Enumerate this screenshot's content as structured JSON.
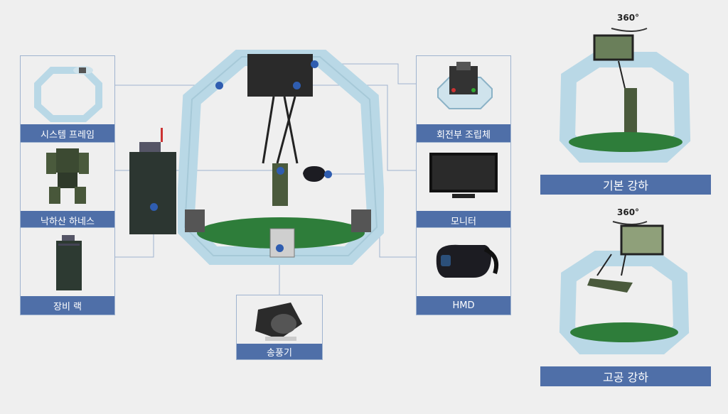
{
  "components": {
    "system_frame": "시스템 프레임",
    "parachute_harness": "낙하산 하네스",
    "equipment_rack": "장비 랙",
    "rotating_assembly": "회전부 조립체",
    "monitor": "모니터",
    "hmd": "HMD",
    "blower": "송풍기"
  },
  "modes": {
    "basic_descent": "기본 강하",
    "high_altitude_descent": "고공 강하",
    "rotation_label": "360°"
  },
  "colors": {
    "label_bg": "#4f6fa8",
    "frame_blue": "#b9d8e6",
    "connector": "#9fb3cf",
    "dot": "#2f5db0",
    "floor_green": "#2e7d3a"
  }
}
